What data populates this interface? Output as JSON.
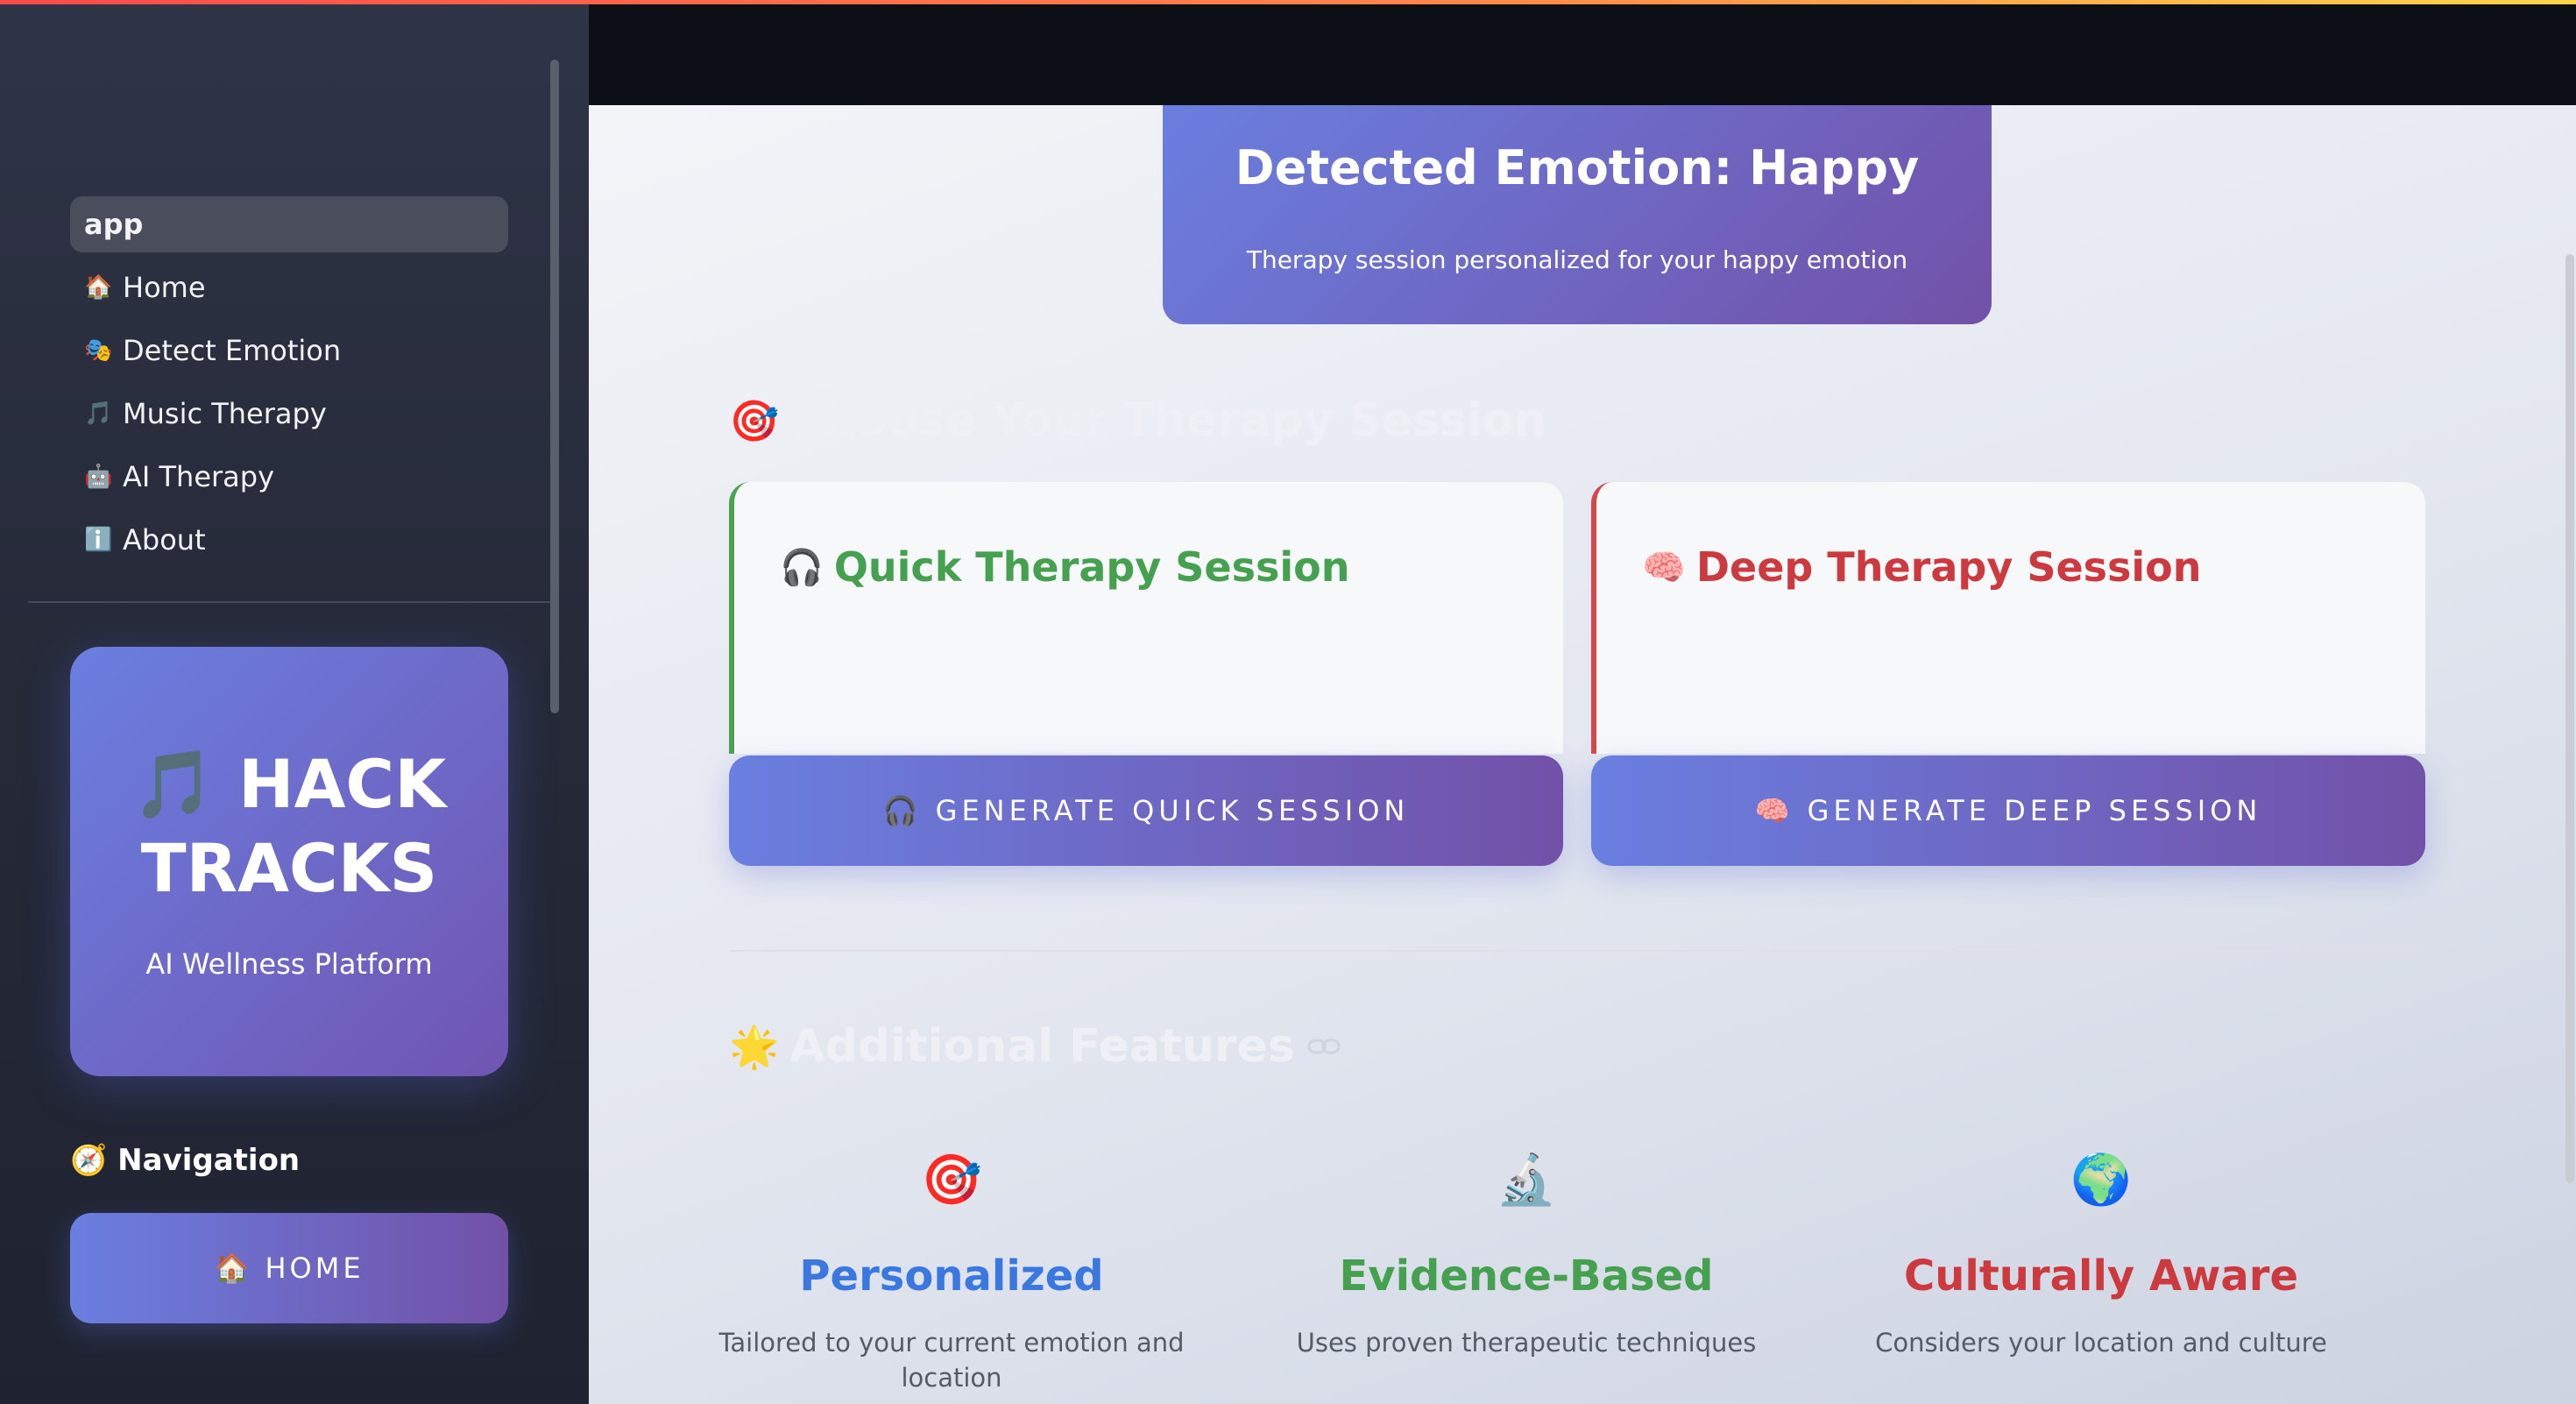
{
  "sidebar": {
    "nav_items": [
      {
        "emoji": "",
        "label": "app"
      },
      {
        "emoji": "🏠",
        "label": "Home"
      },
      {
        "emoji": "🎭",
        "label": "Detect Emotion"
      },
      {
        "emoji": "🎵",
        "label": "Music Therapy"
      },
      {
        "emoji": "🤖",
        "label": "AI Therapy"
      },
      {
        "emoji": "ℹ️",
        "label": "About"
      }
    ],
    "brand": {
      "title": "🎵 HACK\nTRACKS",
      "subtitle": "AI Wellness Platform"
    },
    "navigation_heading": "🧭 Navigation",
    "home_button": "🏠 HOME"
  },
  "main": {
    "emotion": {
      "title": "Detected Emotion: Happy",
      "subtitle": "Therapy session personalized for your happy emotion"
    },
    "choose_section": {
      "emoji": "🎯",
      "title": "Choose Your Therapy Session"
    },
    "sessions": {
      "quick": {
        "emoji": "🎧",
        "title": "Quick Therapy Session",
        "button": "🎧 GENERATE QUICK SESSION",
        "color": "#45a04f"
      },
      "deep": {
        "emoji": "🧠",
        "title": "Deep Therapy Session",
        "button": "🧠 GENERATE DEEP SESSION",
        "color": "#cc3a3f"
      }
    },
    "features_section": {
      "emoji": "🌟",
      "title": "Additional Features",
      "link_icon": "🔗"
    },
    "features": [
      {
        "icon": "🎯",
        "title": "Personalized",
        "description": "Tailored to your current emotion and location",
        "color": "#3a78e0"
      },
      {
        "icon": "🔬",
        "title": "Evidence-Based",
        "description": "Uses proven therapeutic techniques",
        "color": "#45a04f"
      },
      {
        "icon": "🌍",
        "title": "Culturally Aware",
        "description": "Considers your location and culture",
        "color": "#cc3a3f"
      }
    ]
  },
  "colors": {
    "accent_start": "#6a7fe0",
    "accent_end": "#7251a8"
  }
}
